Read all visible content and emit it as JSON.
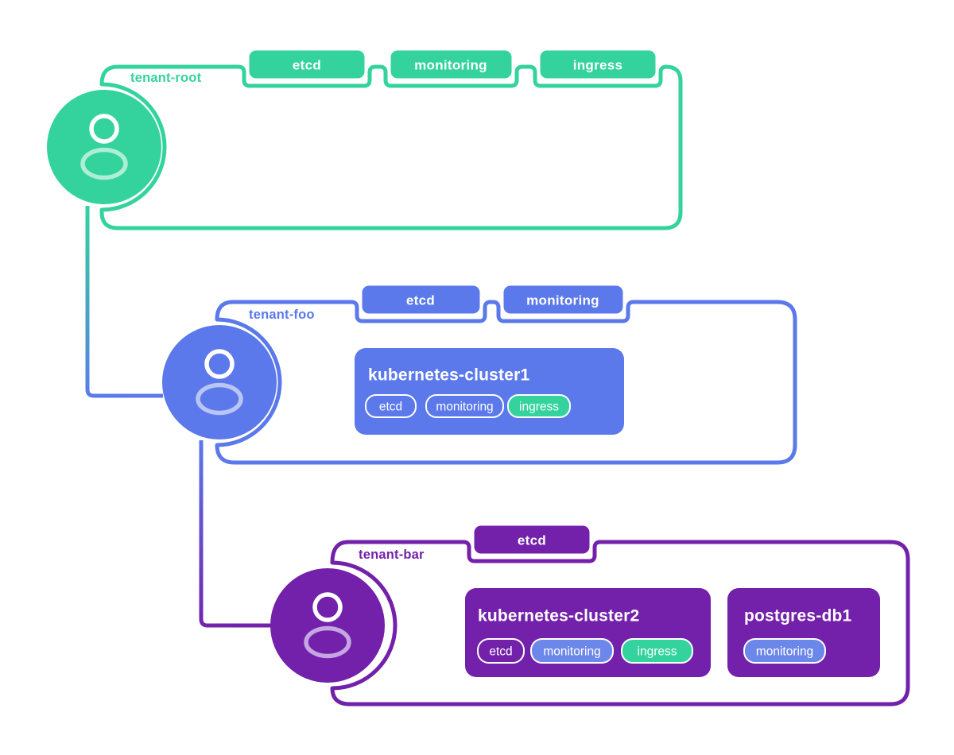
{
  "diagram": {
    "type": "tenant-hierarchy",
    "colors": {
      "green": "#34d39e",
      "blue": "#5b79ea",
      "blue_light": "#6c87ea",
      "purple": "#7321ab",
      "white": "#ffffff",
      "green_body": "#aeeed6",
      "blue_body": "#b9c6f5",
      "purple_body": "#c5a6e3"
    },
    "tenants": [
      {
        "name": "tenant-root",
        "color": "#34d39e",
        "badges": [
          "etcd",
          "monitoring",
          "ingress"
        ],
        "children": []
      },
      {
        "name": "tenant-foo",
        "color": "#5b79ea",
        "badges": [
          "etcd",
          "monitoring"
        ],
        "children": [
          {
            "title": "kubernetes-cluster1",
            "tags": [
              {
                "label": "etcd",
                "style": "outline"
              },
              {
                "label": "monitoring",
                "style": "outline"
              },
              {
                "label": "ingress",
                "style": "green"
              }
            ]
          }
        ]
      },
      {
        "name": "tenant-bar",
        "color": "#7321ab",
        "badges": [
          "etcd"
        ],
        "children": [
          {
            "title": "kubernetes-cluster2",
            "tags": [
              {
                "label": "etcd",
                "style": "outline"
              },
              {
                "label": "monitoring",
                "style": "blue"
              },
              {
                "label": "ingress",
                "style": "green"
              }
            ]
          },
          {
            "title": "postgres-db1",
            "tags": [
              {
                "label": "monitoring",
                "style": "blue"
              }
            ]
          }
        ]
      }
    ]
  }
}
